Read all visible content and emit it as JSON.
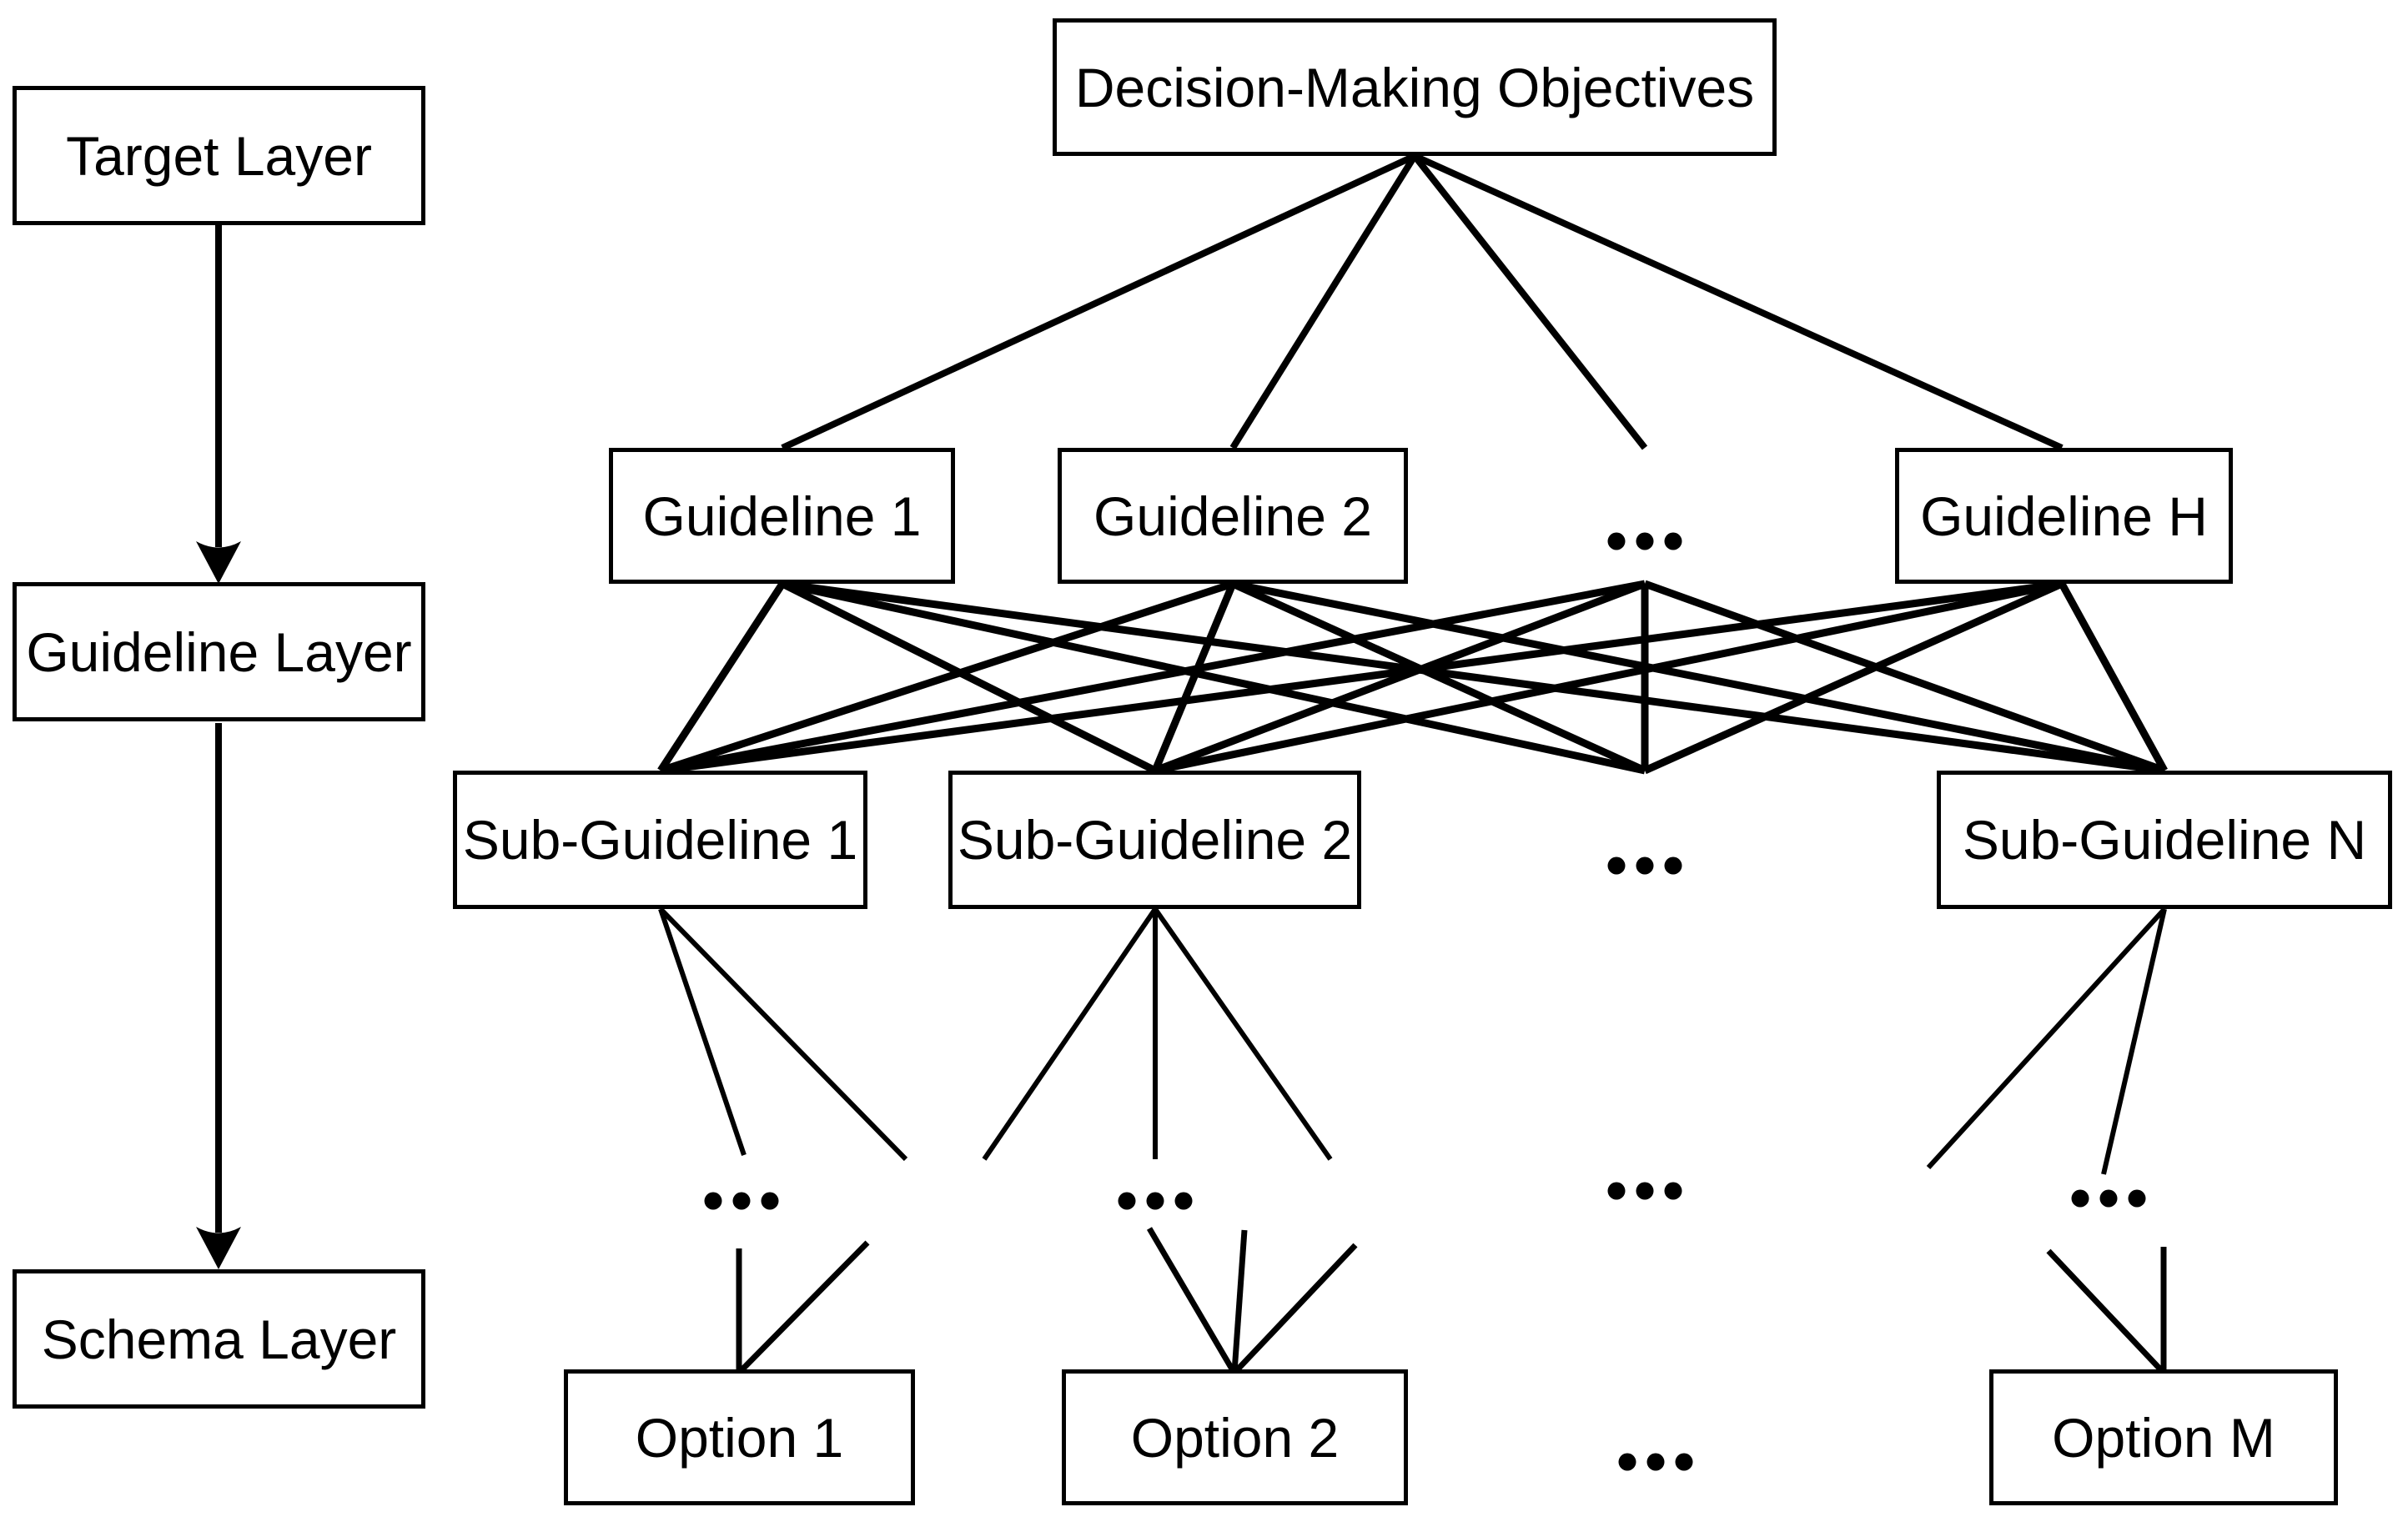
{
  "colors": {
    "line": "#000000",
    "box_fill": "#ffffff",
    "box_border": "#000000",
    "text": "#000000"
  },
  "left_column": {
    "boxes": [
      {
        "id": "target-layer",
        "label": "Target Layer"
      },
      {
        "id": "guideline-layer",
        "label": "Guideline Layer"
      },
      {
        "id": "schema-layer",
        "label": "Schema Layer"
      }
    ],
    "arrows": [
      {
        "from": "target-layer",
        "to": "guideline-layer",
        "style": "solid-black-down-arrow"
      },
      {
        "from": "guideline-layer",
        "to": "schema-layer",
        "style": "solid-black-down-arrow"
      }
    ]
  },
  "hierarchy": {
    "objective": {
      "id": "objectives",
      "label": "Decision-Making Objectives"
    },
    "guidelines": [
      {
        "id": "guideline-1",
        "label": "Guideline 1"
      },
      {
        "id": "guideline-2",
        "label": "Guideline 2"
      },
      {
        "id": "guideline-h",
        "label": "Guideline H"
      }
    ],
    "subguidelines": [
      {
        "id": "sub-guideline-1",
        "label": "Sub-Guideline 1"
      },
      {
        "id": "sub-guideline-2",
        "label": "Sub-Guideline 2"
      },
      {
        "id": "sub-guideline-n",
        "label": "Sub-Guideline N"
      }
    ],
    "options": [
      {
        "id": "option-1",
        "label": "Option 1"
      },
      {
        "id": "option-2",
        "label": "Option 2"
      },
      {
        "id": "option-m",
        "label": "Option M"
      }
    ],
    "ellipsis_groups": [
      {
        "between": "guideline-2 and guideline-h"
      },
      {
        "between": "sub-guideline-2 and sub-guideline-n"
      },
      {
        "below": "sub-guideline-1"
      },
      {
        "below": "sub-guideline-2"
      },
      {
        "below": "sub-guideline ellipsis column"
      },
      {
        "below": "sub-guideline-n"
      },
      {
        "between": "option-2 and option-m"
      }
    ],
    "edges": {
      "objective_fan": [
        "guideline-1",
        "guideline-2",
        "guideline-ellipsis-column",
        "guideline-h"
      ],
      "guidelines_to_subguidelines": {
        "type": "complete-bipartite",
        "sources": [
          "guideline-1",
          "guideline-2",
          "guideline-ellipsis-column",
          "guideline-h"
        ],
        "targets": [
          "sub-guideline-1",
          "sub-guideline-2",
          "sub-guideline-ellipsis-column",
          "sub-guideline-n"
        ]
      },
      "subguideline_fanout_truncated": {
        "sub-guideline-1": 2,
        "sub-guideline-2": 3,
        "sub-guideline-n": 2
      },
      "option_fanin_truncated": {
        "option-1": 2,
        "option-2": 3,
        "option-m": 2
      }
    }
  }
}
